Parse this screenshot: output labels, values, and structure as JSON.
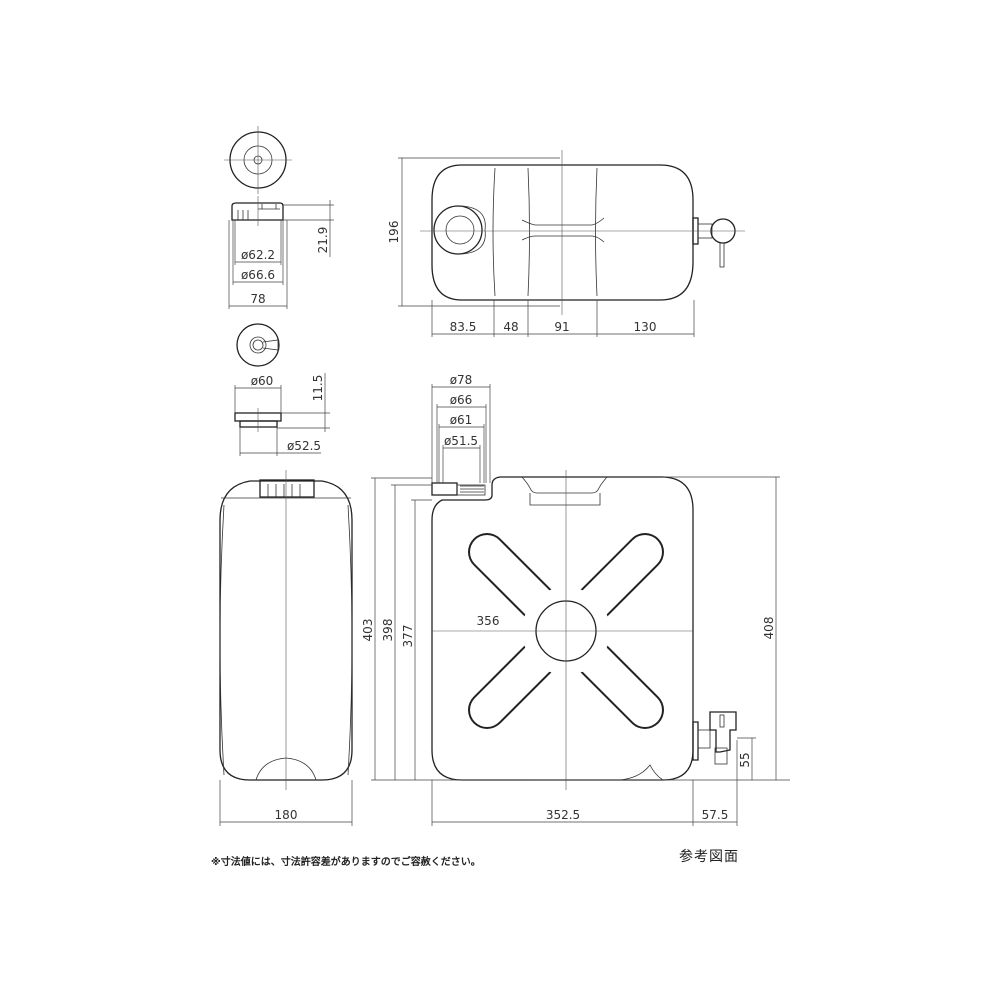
{
  "drawing": {
    "cap_dims": {
      "d_inner": "ø62.2",
      "d_outer": "ø66.6",
      "width": "78",
      "height": "21.9"
    },
    "plug_dims": {
      "d_top": "ø60",
      "height": "11.5",
      "d_bottom": "ø52.5"
    },
    "top_view_dims": {
      "depth": "196",
      "seg1": "83.5",
      "seg2": "48",
      "seg3": "91",
      "seg4": "130"
    },
    "side_view_dims": {
      "width": "180"
    },
    "front_view_dims": {
      "spout_d78": "ø78",
      "spout_d66": "ø66",
      "spout_d61": "ø61",
      "spout_d515": "ø51.5",
      "h403": "403",
      "h398": "398",
      "h377": "377",
      "h408": "408",
      "tap_h": "55",
      "inner_width": "356",
      "body_width": "352.5",
      "tap_offset": "57.5"
    }
  },
  "footer": {
    "note": "※寸法値には、寸法許容差がありますのでご容赦ください。",
    "reference": "参考図面"
  }
}
